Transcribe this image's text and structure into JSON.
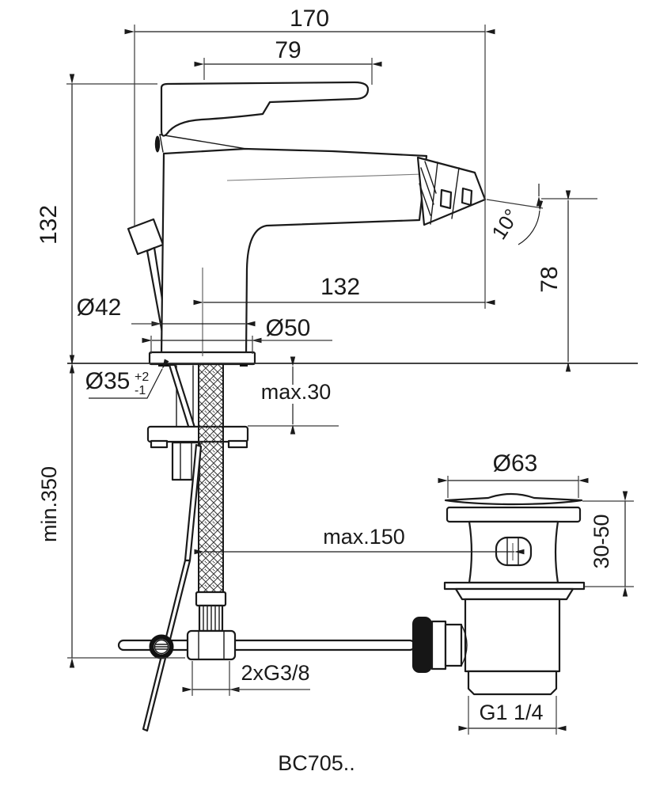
{
  "drawing": {
    "model_code": "BC705..",
    "dims": {
      "total_depth": "170",
      "handle_length": "79",
      "height_above_deck": "132",
      "spout_reach": "132",
      "outlet_height": "78",
      "outlet_angle": "10°",
      "body_dia": "Ø42",
      "base_dia": "Ø50",
      "hole_dia": "Ø35",
      "hole_tol_plus": "+2",
      "hole_tol_minus": "-1",
      "deck_thickness_max": "max.30",
      "hose_length_min": "min.350",
      "waste_cap_dia": "Ø63",
      "waste_offset_max": "max.150",
      "waste_deck_range": "30-50",
      "supply_connection": "2xG3/8",
      "waste_thread": "G1 1/4"
    }
  }
}
